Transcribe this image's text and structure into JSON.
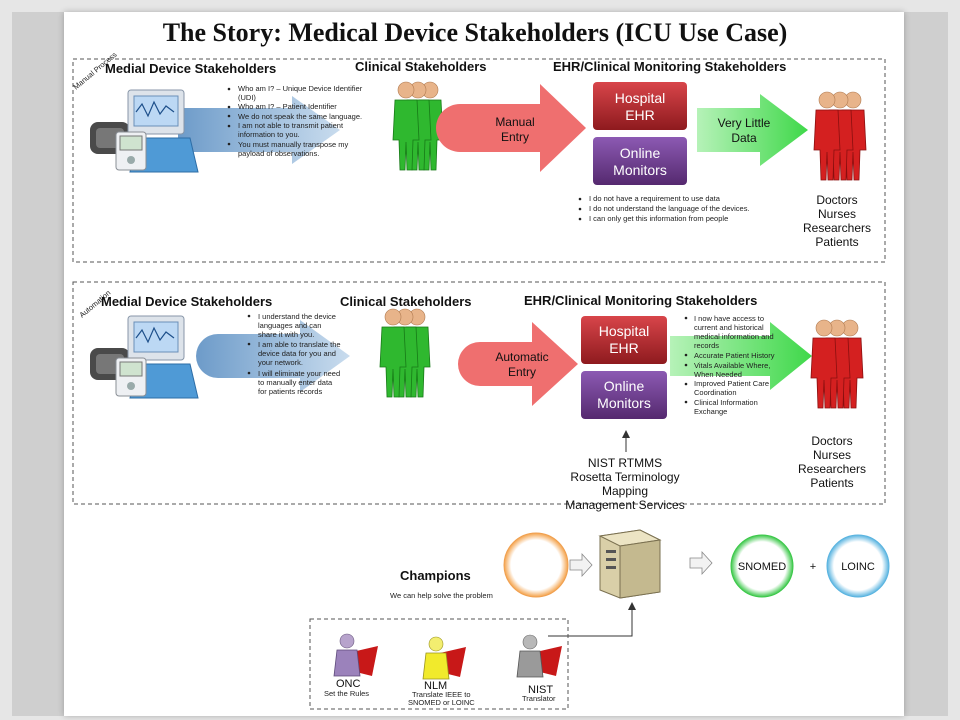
{
  "title": "The Story: Medical Device Stakeholders (ICU Use Case)",
  "manual": {
    "tag": "Manual Process",
    "device_header": "Medial Device Stakeholders",
    "clinical_header": "Clinical Stakeholders",
    "ehr_header": "EHR/Clinical Monitoring Stakeholders",
    "bullets": [
      "Who am I? – Unique Device Identifier",
      "(UDI)",
      "Who am I? – Patient Identifier",
      "We do not speak the same language.",
      "I am not able to transmit patient",
      "information to you.",
      "You must manually transpose my",
      "payload of observations."
    ],
    "entry_label_1": "Manual",
    "entry_label_2": "Entry",
    "ehr_box_1": "Hospital",
    "ehr_box_2": "EHR",
    "monitor_box_1": "Online",
    "monitor_box_2": "Monitors",
    "data_label_1": "Very Little",
    "data_label_2": "Data",
    "ehr_bullets": [
      "I do not have a requirement to use data",
      "I do not understand the language of the devices.",
      "I can only get this information from people"
    ],
    "people": [
      "Doctors",
      "Nurses",
      "Researchers",
      "Patients"
    ]
  },
  "auto": {
    "tag": "Automation",
    "device_header": "Medial Device Stakeholders",
    "clinical_header": "Clinical Stakeholders",
    "ehr_header": "EHR/Clinical Monitoring Stakeholders",
    "bullets": [
      "I understand the device",
      "languages and can",
      "share it with you.",
      "I am able to translate the",
      "device data for you and",
      "your network.",
      "I will eliminate your need",
      "to manually enter data",
      "for patients records"
    ],
    "entry_label_1": "Automatic",
    "entry_label_2": "Entry",
    "ehr_box_1": "Hospital",
    "ehr_box_2": "EHR",
    "monitor_box_1": "Online",
    "monitor_box_2": "Monitors",
    "ehr_bullets": [
      "I now have access to",
      "current and historical",
      "medical information and",
      "records",
      "Accurate Patient History",
      "Vitals Available Where,",
      "When Needed",
      "Improved Patient Care",
      "Coordination",
      "Clinical Information",
      "Exchange"
    ],
    "people": [
      "Doctors",
      "Nurses",
      "Researchers",
      "Patients"
    ]
  },
  "nist": {
    "lines": [
      "NIST RTMMS",
      "Rosetta Terminology",
      "Mapping",
      "Management Services"
    ]
  },
  "champions": {
    "title": "Champions",
    "subtitle": "We can help solve the problem",
    "snomed": "SNOMED",
    "plus": "+",
    "loinc": "LOINC",
    "onc": "ONC",
    "onc_sub": "Set the Rules",
    "nlm": "NLM",
    "nlm_sub_1": "Translate IEEE to",
    "nlm_sub_2": "SNOMED or LOINC",
    "nist_name": "NIST",
    "nist_sub": "Translator"
  },
  "colors": {
    "red_box": "#b0242a",
    "purple_box": "#6b3a8e",
    "green_arrow": "#3fd84a",
    "salmon_arrow": "#ef6f6f",
    "blue_arrow": "#8fb4d9",
    "green_person": "#2fb82f",
    "red_person": "#d42020"
  }
}
